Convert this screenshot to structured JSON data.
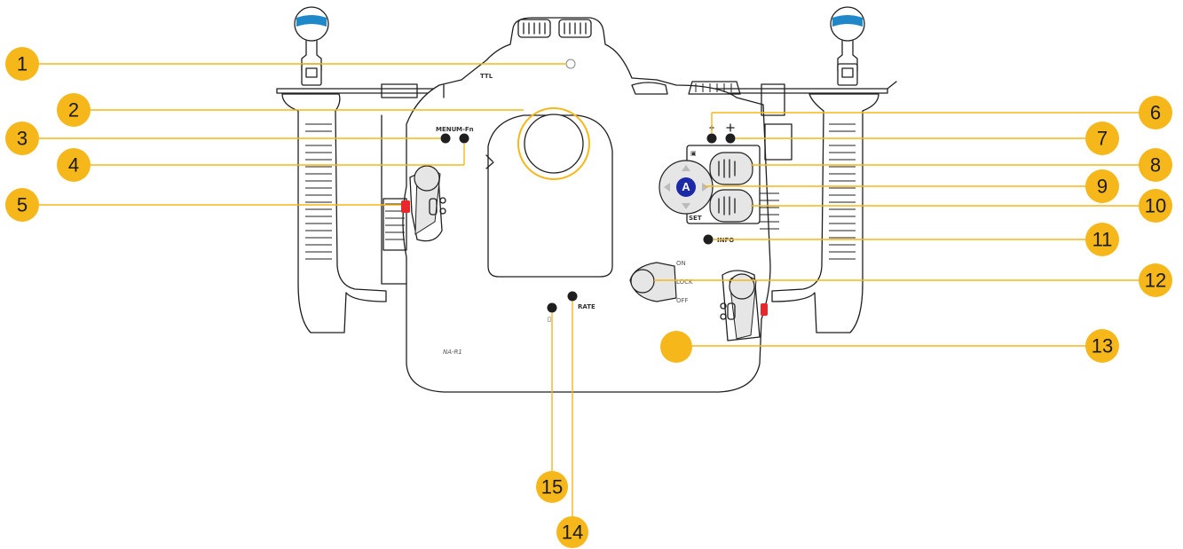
{
  "colors": {
    "callout": "#f5b719",
    "ink": "#1f1f1f",
    "ballmount_band": "#1e88c8",
    "lever_red": "#e8282a",
    "dpad_a": "#1c2aa8",
    "control_grey": "#e4e4e4"
  },
  "housing_labels": {
    "menu": "MENU",
    "mfn": "M-Fn",
    "ttl": "TTL",
    "set": "SET",
    "info": "INFO",
    "on": "ON",
    "lock": "LOCK",
    "off": "OFF",
    "rate": "RATE",
    "model": "NA-R1",
    "dpad": "A"
  },
  "callouts": [
    {
      "number": "1",
      "target": "ttl-indicator"
    },
    {
      "number": "2",
      "target": "viewfinder-port"
    },
    {
      "number": "3",
      "target": "menu-button"
    },
    {
      "number": "4",
      "target": "mfn-button"
    },
    {
      "number": "5",
      "target": "left-lever"
    },
    {
      "number": "6",
      "target": "playback-button"
    },
    {
      "number": "7",
      "target": "zoom-button"
    },
    {
      "number": "8",
      "target": "upper-button"
    },
    {
      "number": "9",
      "target": "multi-selector"
    },
    {
      "number": "10",
      "target": "lower-button"
    },
    {
      "number": "11",
      "target": "info-button"
    },
    {
      "number": "12",
      "target": "power-switch"
    },
    {
      "number": "13",
      "target": "yellow-control"
    },
    {
      "number": "14",
      "target": "rate-button"
    },
    {
      "number": "15",
      "target": "delete-button"
    }
  ]
}
